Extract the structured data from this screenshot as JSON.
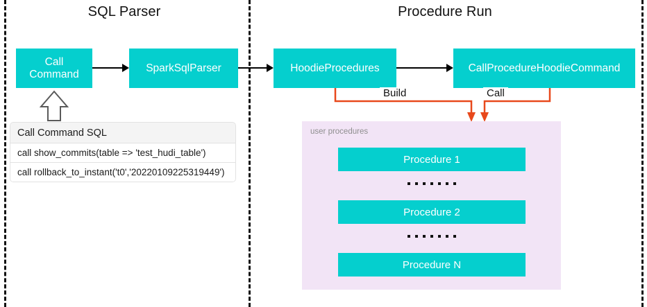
{
  "diagram": {
    "sections": [
      {
        "id": "sql-parser",
        "title": "SQL Parser"
      },
      {
        "id": "procedure-run",
        "title": "Procedure Run"
      }
    ],
    "nodes": {
      "call_command": "Call\nCommand",
      "call_command_line1": "Call",
      "call_command_line2": "Command",
      "spark_sql_parser": "SparkSqlParser",
      "hoodie_procedures": "HoodieProcedures",
      "call_procedure_hoodie_command": "CallProcedureHoodieCommand"
    },
    "edge_labels": {
      "build": "Build",
      "call": "Call"
    },
    "sql_table": {
      "header": "Call Command SQL",
      "rows": [
        "call show_commits(table => 'test_hudi_table')",
        "call rollback_to_instant('t0','20220109225319449')"
      ]
    },
    "procedures_panel": {
      "label": "user procedures",
      "items": [
        {
          "name": "Procedure 1"
        },
        {
          "name": "Procedure 2"
        },
        {
          "name": "Procedure N"
        }
      ],
      "ellipsis_dots": 7
    },
    "colors": {
      "node_fill": "#05CFCE",
      "node_text": "#FFFFFF",
      "panel_fill": "#F2E4F6",
      "panel_label": "#8E8E8E",
      "connector_orange": "#E8491C",
      "flow_arrow": "#000000",
      "divider": "#111111",
      "table_header_fill": "#F4F4F4",
      "table_border": "#E2E2E2",
      "background": "#FFFFFF"
    }
  }
}
